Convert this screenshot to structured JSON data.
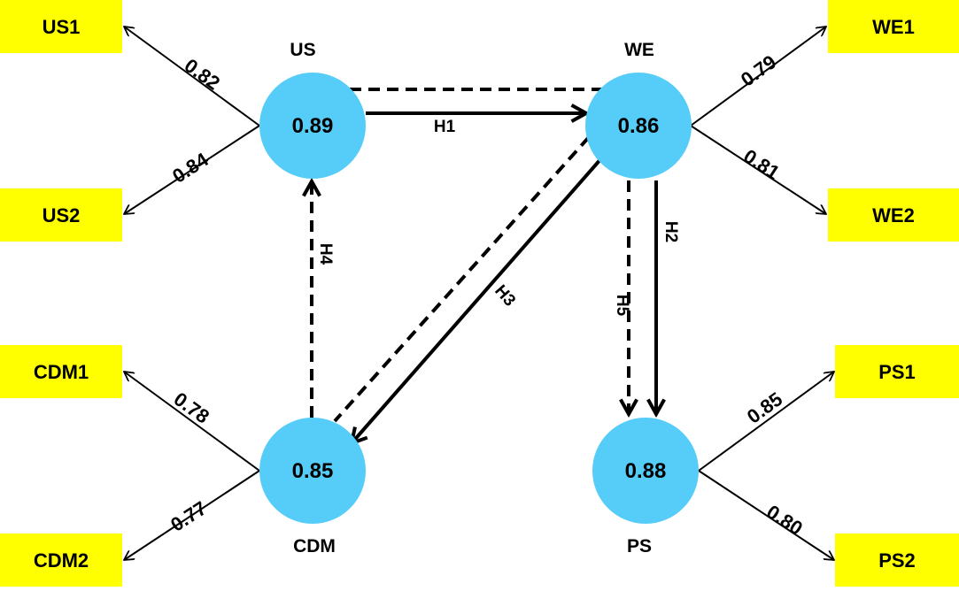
{
  "colors": {
    "indicator_fill": "#ffff00",
    "construct_fill": "#55cdf8",
    "line": "#000000"
  },
  "constructs": {
    "us": {
      "name": "US",
      "value": "0.89"
    },
    "we": {
      "name": "WE",
      "value": "0.86"
    },
    "cdm": {
      "name": "CDM",
      "value": "0.85"
    },
    "ps": {
      "name": "PS",
      "value": "0.88"
    }
  },
  "indicators": {
    "us1": "US1",
    "us2": "US2",
    "we1": "WE1",
    "we2": "WE2",
    "cdm1": "CDM1",
    "cdm2": "CDM2",
    "ps1": "PS1",
    "ps2": "PS2"
  },
  "loadings": {
    "us1": "0.82",
    "us2": "0.84",
    "we1": "0.79",
    "we2": "0.81",
    "cdm1": "0.78",
    "cdm2": "0.77",
    "ps1": "0.85",
    "ps2": "0.80"
  },
  "hypotheses": {
    "h1": "H1",
    "h2": "H2",
    "h3": "H3",
    "h4": "H4",
    "h5": "H5"
  }
}
